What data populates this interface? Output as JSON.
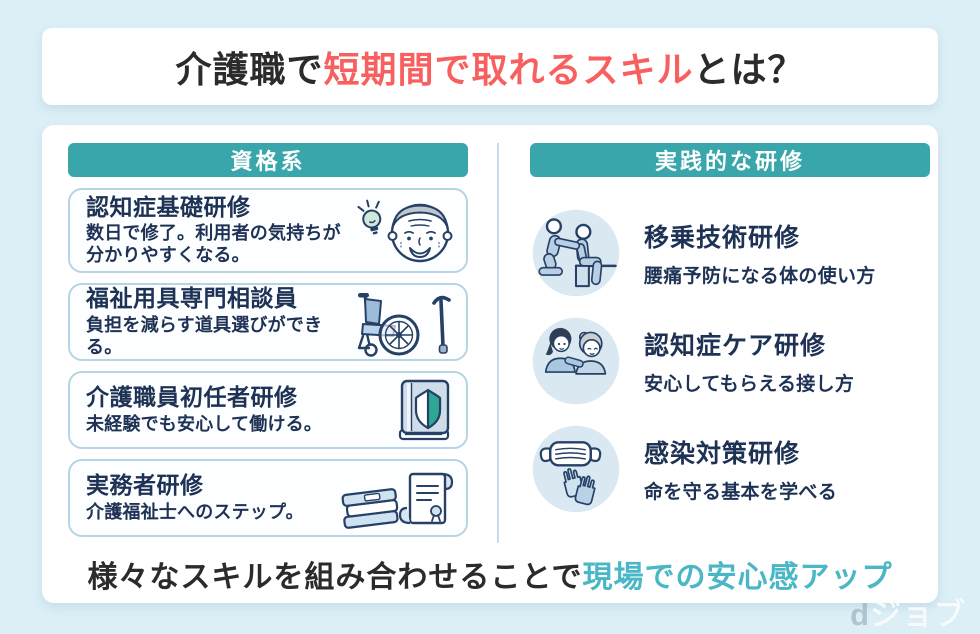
{
  "colors": {
    "background": "#dceff7",
    "card": "#ffffff",
    "header_teal": "#38a6ab",
    "title_red": "#f8605f",
    "highlight_cyan": "#4ab7c6",
    "text_dark": "#2b2b2b",
    "text_navy": "#1e3255",
    "box_border": "#b7d4e2",
    "icon_stroke": "#274066",
    "icon_fill_light": "#c3d8ea",
    "icon_circle_bg": "#d9e8f1",
    "beginner_mark_teal": "#2ea893"
  },
  "header": {
    "title_prefix": "介護職で",
    "title_highlight": "短期間で取れるスキル",
    "title_suffix": "とは？"
  },
  "left_column": {
    "header": "資格系",
    "items": [
      {
        "title": "認知症基礎研修",
        "desc": "数日で修了。利用者の気持ちが分かりやすくなる。",
        "icon": "lightbulb-elderly-icon"
      },
      {
        "title": "福祉用具専門相談員",
        "desc": "負担を減らす道具選びができる。",
        "icon": "wheelchair-cane-icon"
      },
      {
        "title": "介護職員初任者研修",
        "desc": "未経験でも安心して働ける。",
        "icon": "beginner-book-icon"
      },
      {
        "title": "実務者研修",
        "desc": "介護福祉士へのステップ。",
        "icon": "books-certificate-icon"
      }
    ]
  },
  "right_column": {
    "header": "実践的な研修",
    "items": [
      {
        "title": "移乗技術研修",
        "desc": "腰痛予防になる体の使い方",
        "icon": "transfer-assist-icon"
      },
      {
        "title": "認知症ケア研修",
        "desc": "安心してもらえる接し方",
        "icon": "dementia-care-icon"
      },
      {
        "title": "感染対策研修",
        "desc": "命を守る基本を学べる",
        "icon": "infection-mask-gloves-icon"
      }
    ]
  },
  "footer": {
    "message_prefix": "様々なスキルを組み合わせることで",
    "message_highlight": "現場での安心感アップ"
  },
  "logo": {
    "d": "d",
    "rest": "ジョブ"
  }
}
